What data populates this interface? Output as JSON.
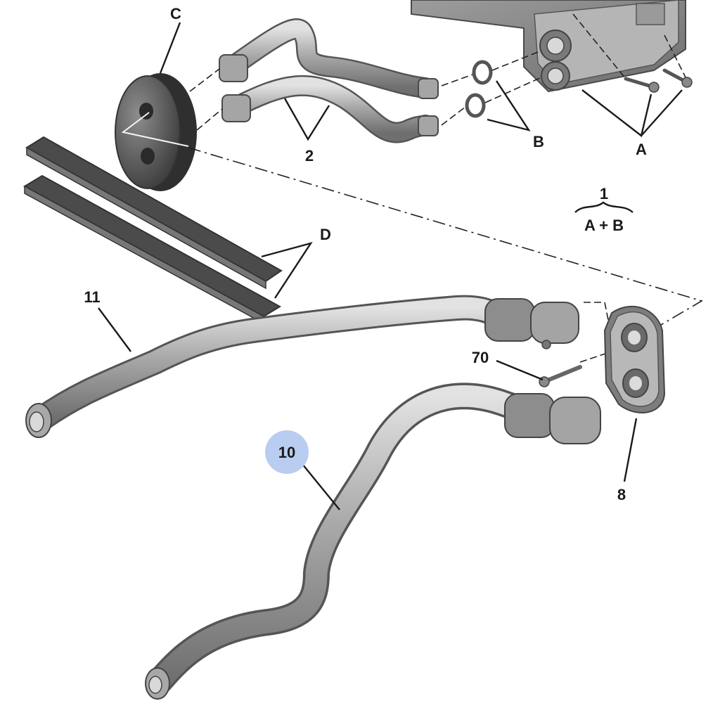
{
  "callouts": {
    "c": "C",
    "two": "2",
    "b": "B",
    "a": "A",
    "one": "1",
    "a_plus_b": "A + B",
    "d": "D",
    "eleven": "11",
    "seventy": "70",
    "ten": "10",
    "eight": "8"
  },
  "colors": {
    "part_fill": "#9a9a9a",
    "part_light": "#c9c9c9",
    "part_dark": "#555555",
    "highlight_badge": "#b9cdf0",
    "line": "#1a1a1a"
  }
}
